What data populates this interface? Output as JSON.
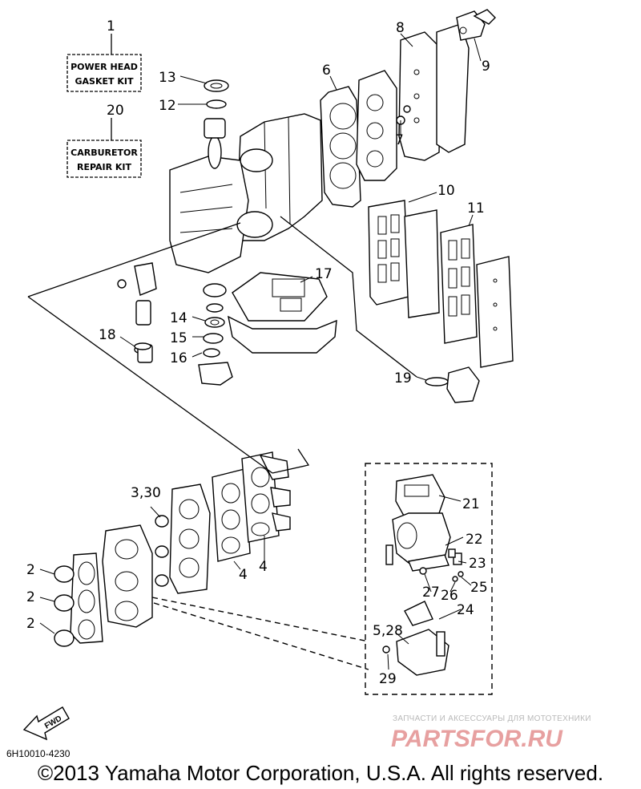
{
  "kits": {
    "power_head": {
      "number": "1",
      "line1": "POWER HEAD",
      "line2": "GASKET KIT"
    },
    "carburetor": {
      "number": "20",
      "line1": "CARBURETOR",
      "line2": "REPAIR KIT"
    }
  },
  "callouts": {
    "c2a": "2",
    "c2b": "2",
    "c2c": "2",
    "c3_30": "3,30",
    "c4a": "4",
    "c4b": "4",
    "c5_28": "5,28",
    "c6": "6",
    "c7": "7",
    "c8": "8",
    "c9": "9",
    "c10": "10",
    "c11": "11",
    "c12": "12",
    "c13": "13",
    "c14": "14",
    "c15": "15",
    "c16": "16",
    "c17": "17",
    "c18": "18",
    "c19": "19",
    "c21": "21",
    "c22": "22",
    "c23": "23",
    "c24": "24",
    "c25": "25",
    "c26": "26",
    "c27": "27",
    "c29": "29"
  },
  "fwd_label": "FWD",
  "diagram_code": "6H10010-4230",
  "copyright": "©2013 Yamaha Motor Corporation, U.S.A. All rights reserved.",
  "watermark": {
    "tagline": "ЗАПЧАСТИ И АКСЕССУАРЫ ДЛЯ МОТОТЕХНИКИ",
    "brand": "PARTSFOR.RU"
  }
}
